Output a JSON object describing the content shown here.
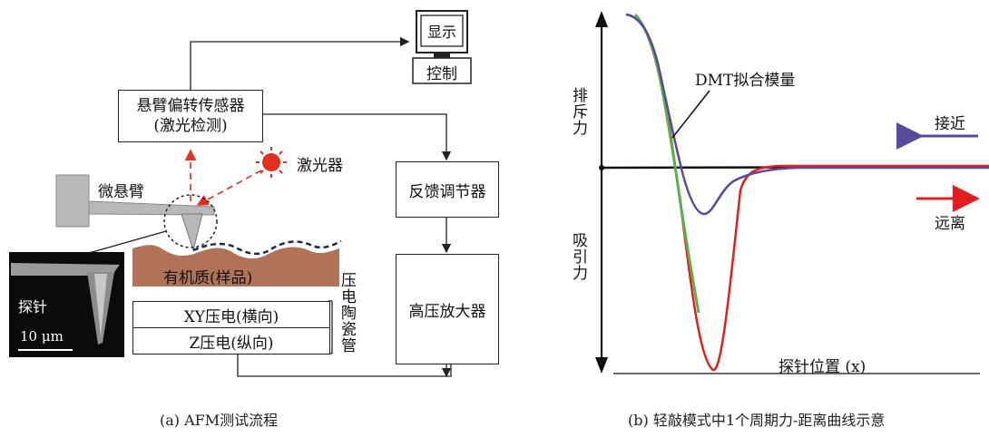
{
  "left_panel": {
    "display_label": "显示",
    "control_label": "控制",
    "sensor_line1": "悬臂偏转传感器",
    "sensor_line2": "(激光检测)",
    "laser_label": "激光器",
    "cantilever_label": "微悬臂",
    "feedback_label": "反馈调节器",
    "amplifier_label": "高压放大器",
    "sample_label": "有机质(样品)",
    "xy_piezo_label": "XY压电(横向)",
    "z_piezo_label": "Z压电(纵向)",
    "piezo_ceramic_label": "压电陶瓷管",
    "probe_label": "探针",
    "scale_label": "10 μm",
    "caption": "(a) AFM测试流程"
  },
  "right_panel": {
    "repulsive_label": "排斥力",
    "attractive_label": "吸引力",
    "dmt_label": "DMT拟合模量",
    "approach_label": "接近",
    "retract_label": "远离",
    "xaxis_label": "探针位置 (x)",
    "caption": "(b) 轻敲模式中1个周期力-距离曲线示意"
  },
  "colors": {
    "approach_curve": "#5a4a9a",
    "retract_curve": "#e02020",
    "dmt_fit": "#5bb04a",
    "laser": "#e03020",
    "sample": "#b0735a",
    "cantilever": "#b8b8b8"
  }
}
